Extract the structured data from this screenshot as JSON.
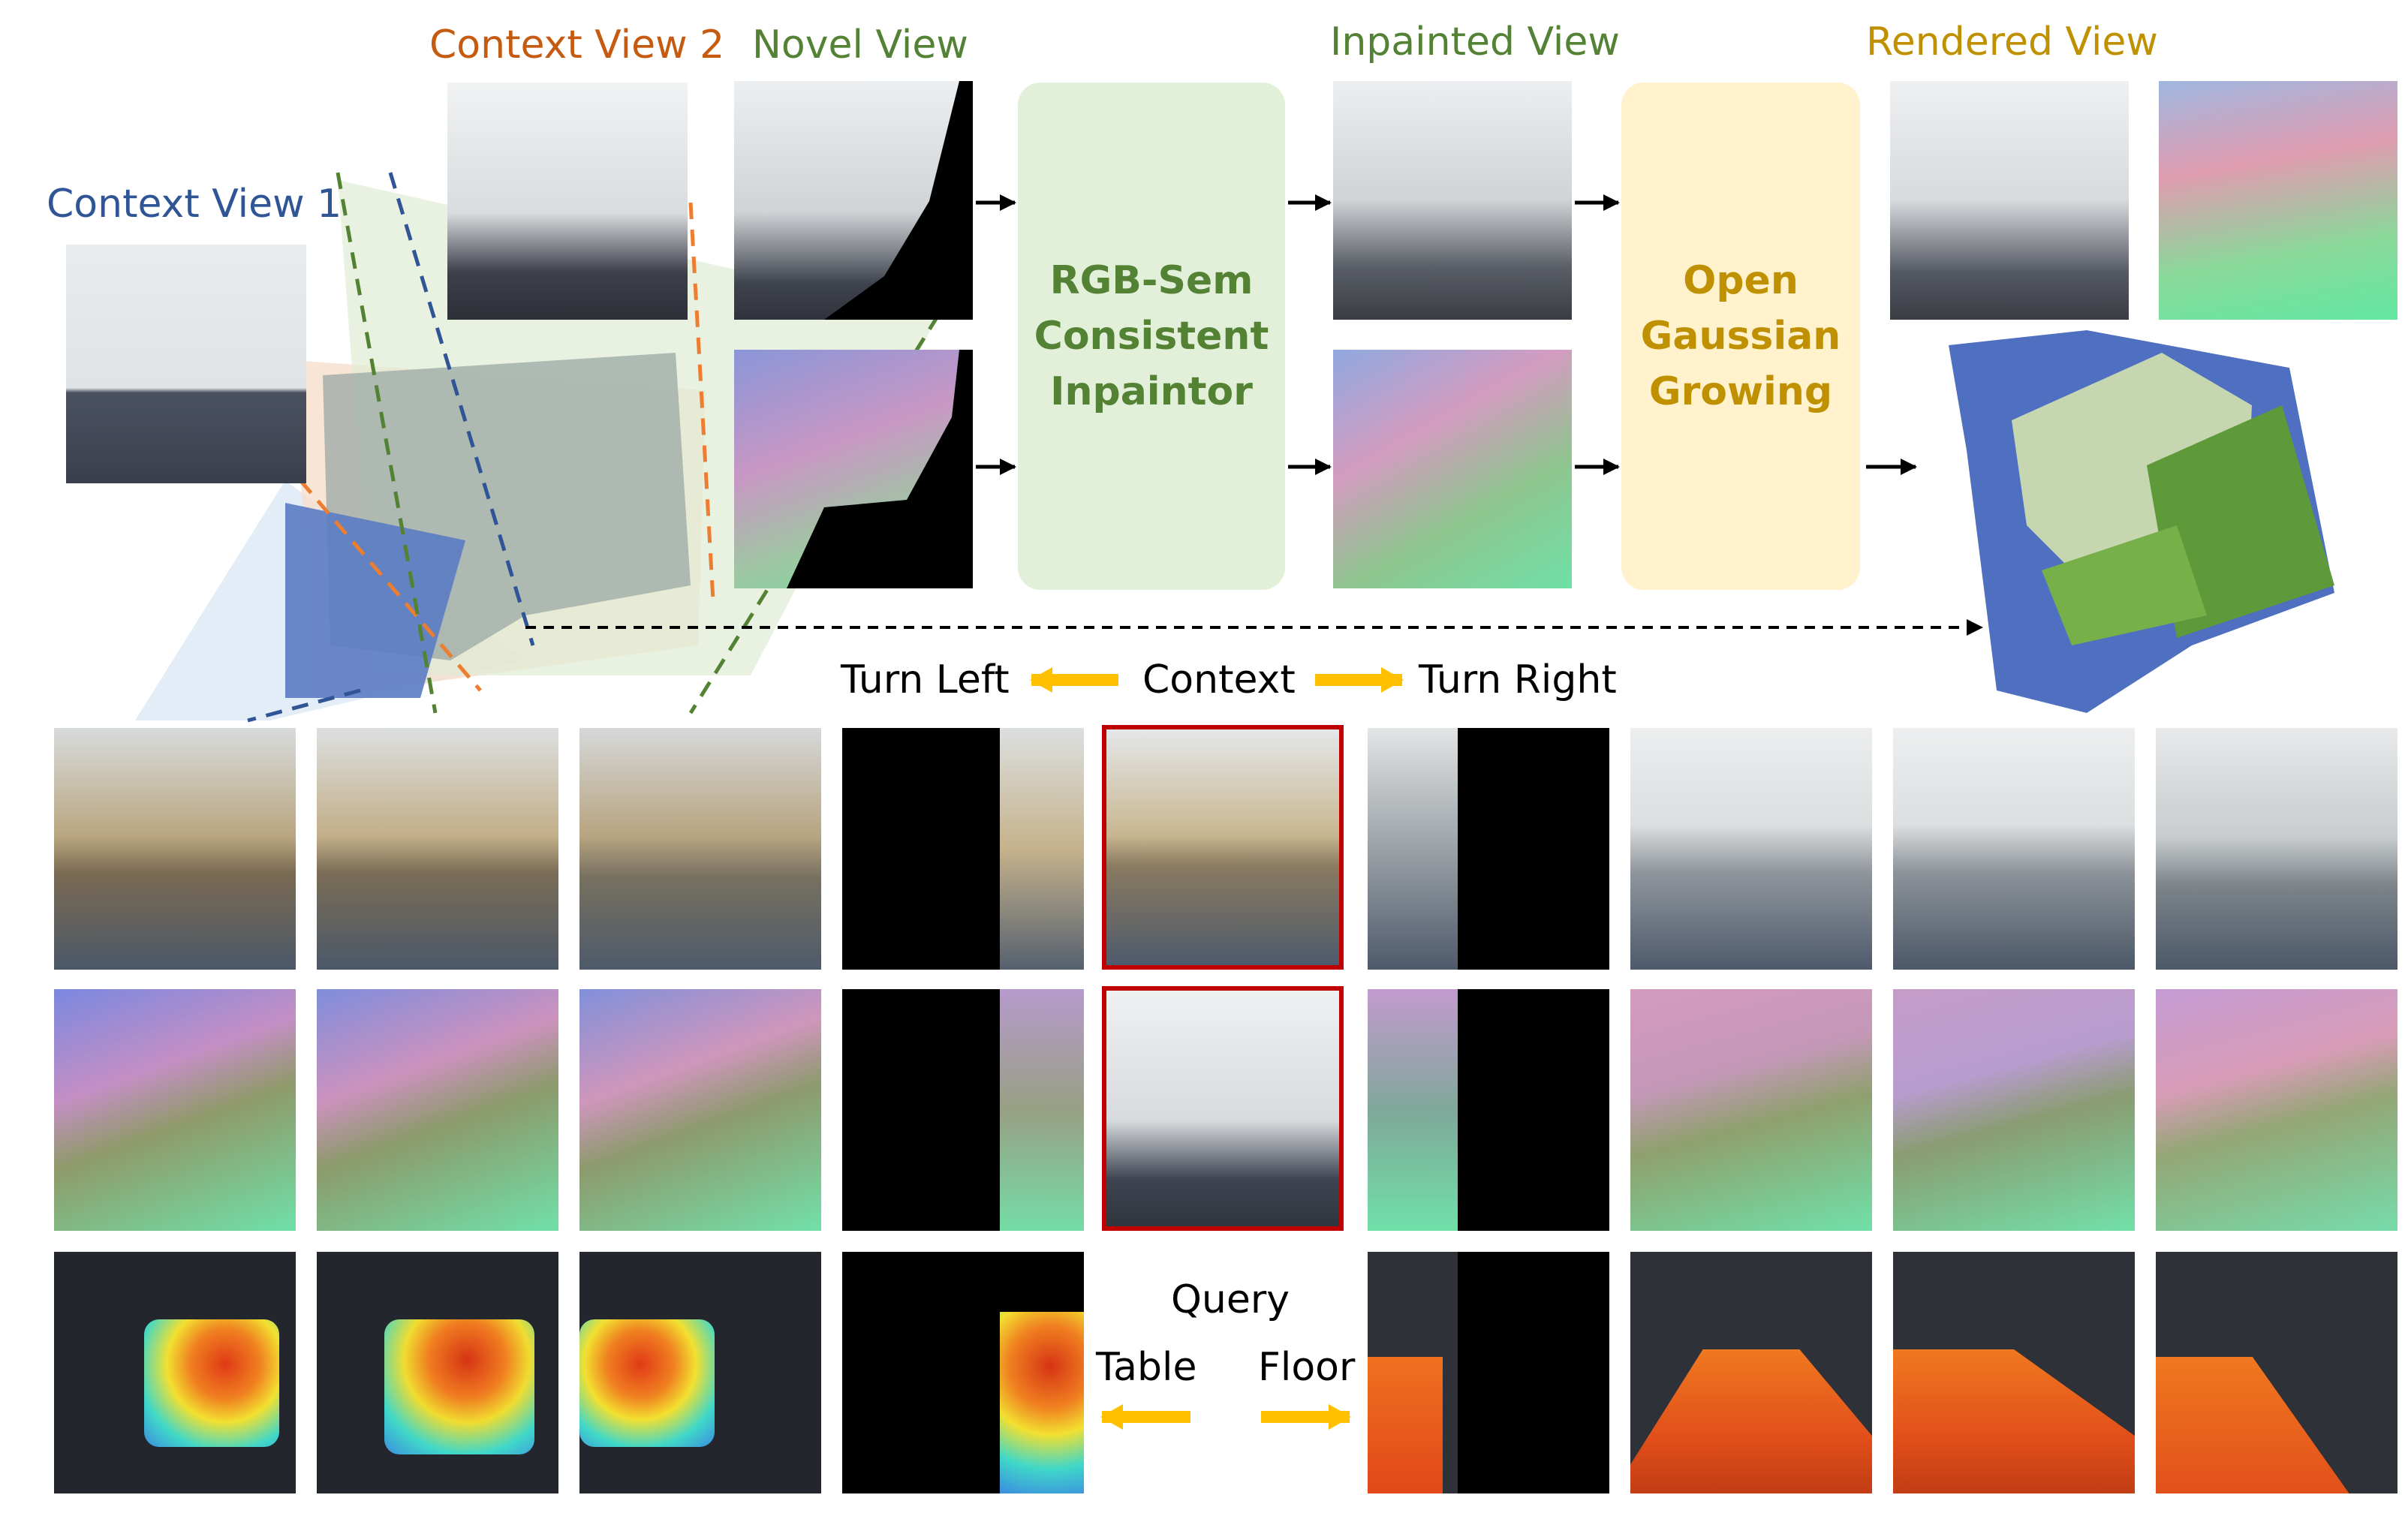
{
  "labels": {
    "context_view_1": "Context View 1",
    "context_view_2": "Context View 2",
    "novel_view": "Novel View",
    "inpainted_view": "Inpainted View",
    "rendered_view": "Rendered View",
    "turn_left": "Turn Left",
    "context": "Context",
    "turn_right": "Turn Right",
    "query": "Query",
    "table": "Table",
    "floor": "Floor"
  },
  "blocks": {
    "inpaintor": [
      "RGB-Sem",
      "Consistent",
      "Inpaintor"
    ],
    "growing": [
      "Open",
      "Gaussian",
      "Growing"
    ]
  },
  "colors": {
    "context_view_1": "#2f5597",
    "context_view_2": "#c55a11",
    "novel_view": "#548235",
    "inpainted_view": "#548235",
    "rendered_view": "#bf9000",
    "inpaintor_bg": "#e2efd9",
    "inpaintor_text": "#548235",
    "growing_bg": "#fff2cc",
    "growing_text": "#bf9000",
    "arrow_orange": "#ffc000",
    "context_frame": "#c00000"
  }
}
